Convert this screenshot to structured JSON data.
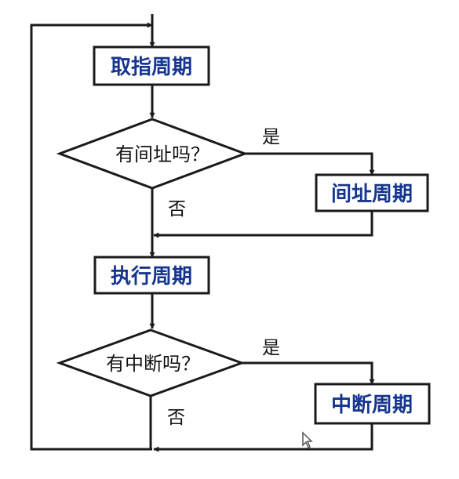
{
  "boxes": {
    "fetch": "取指周期",
    "indirect": "间址周期",
    "execute": "执行周期",
    "interrupt": "中断周期"
  },
  "decisions": {
    "indirect_q": "有间址吗？",
    "interrupt_q": "有中断吗？"
  },
  "edges": {
    "yes_1": "是",
    "no_1": "否",
    "yes_2": "是",
    "no_2": "否"
  },
  "colors": {
    "box_text": "#16358f",
    "line": "#1a1a1a"
  }
}
